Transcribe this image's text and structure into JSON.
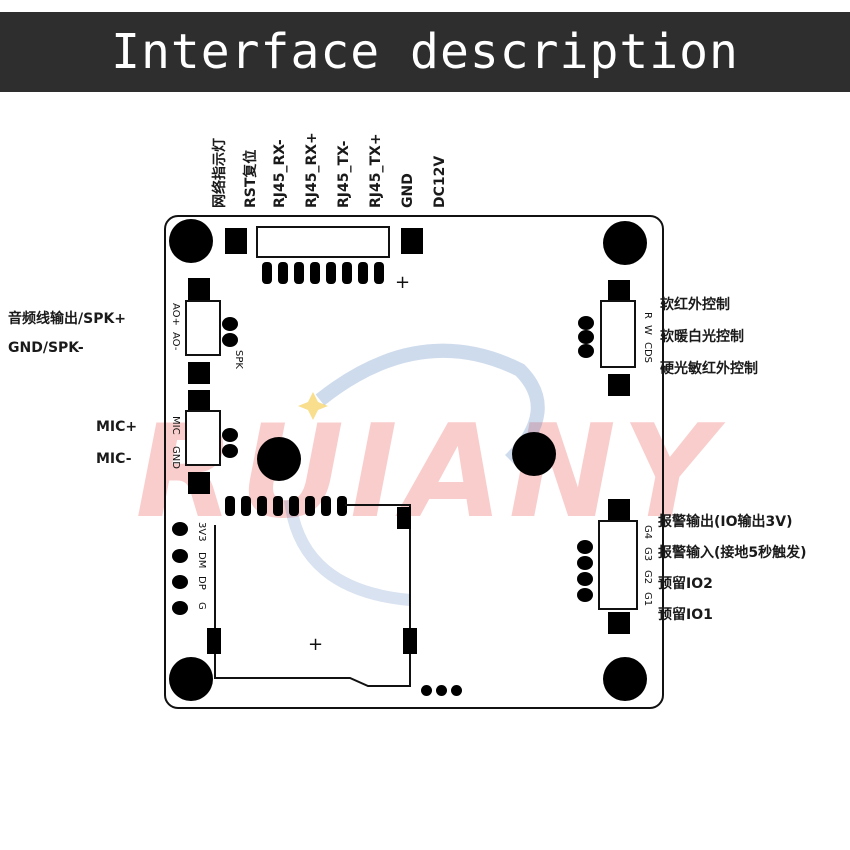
{
  "header": {
    "title": "Interface description"
  },
  "watermark": {
    "text": "RUIANY"
  },
  "top_labels": [
    "网络指示灯",
    "RST复位",
    "RJ45_RX-",
    "RJ45_RX+",
    "RJ45_TX-",
    "RJ45_TX+",
    "GND",
    "DC12V"
  ],
  "left_labels": {
    "spk_plus": "音频线输出/SPK+",
    "spk_minus": "GND/SPK-",
    "mic_plus": "MIC+",
    "mic_minus": "MIC-"
  },
  "right_labels": {
    "ir_soft": "软红外控制",
    "warm_white": "软暖白光控制",
    "ir_hard": "硬光敏红外控制",
    "alarm_out": "报警输出(IO输出3V)",
    "alarm_in": "报警输入(接地5秒触发)",
    "io2": "预留IO2",
    "io1": "预留IO1"
  },
  "silkscreen": {
    "ao_plus": "AO+",
    "ao_minus": "AO-",
    "spk": "SPK",
    "mic": "MIC",
    "gnd": "GND",
    "v3v3": "3V3",
    "dm": "DM",
    "dp": "DP",
    "g": "G",
    "cds": "CDS",
    "w": "W",
    "r": "R",
    "g1": "G1",
    "g2": "G2",
    "g3": "G3",
    "g4": "G4"
  },
  "plus_sign": "+"
}
